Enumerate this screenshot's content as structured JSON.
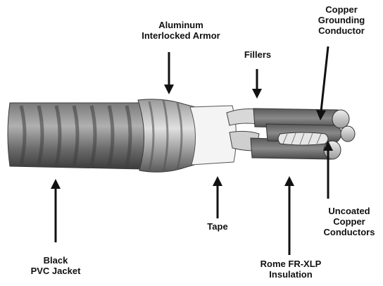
{
  "colors": {
    "ink": "#111111",
    "jacket_dark": "#4a4a4a",
    "jacket_light": "#9a9a9a",
    "armor": "#8c8c8c",
    "tape": "#f2f2f2",
    "insulation": "#6e6e6e",
    "copper": "#cfcfcf"
  },
  "labels": {
    "armor": [
      "Aluminum",
      "Interlocked Armor"
    ],
    "fillers": [
      "Fillers"
    ],
    "grounding": [
      "Copper",
      "Grounding",
      "Conductor"
    ],
    "tape": [
      "Tape"
    ],
    "jacket": [
      "Black",
      "PVC Jacket"
    ],
    "insulation": [
      "Rome FR-XLP",
      "Insulation"
    ],
    "conductors": [
      "Uncoated",
      "Copper",
      "Conductors"
    ]
  }
}
